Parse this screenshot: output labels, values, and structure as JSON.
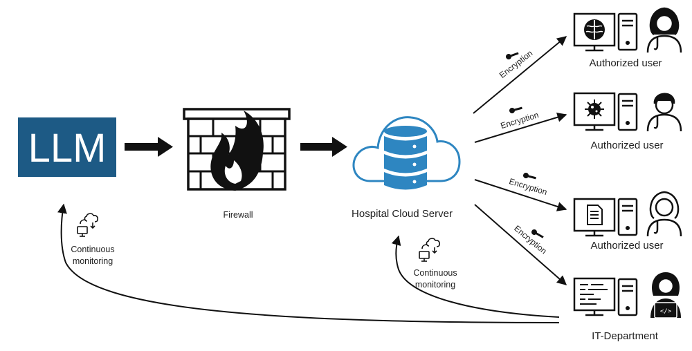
{
  "nodes": {
    "llm": "LLM",
    "firewall": "Firewall",
    "server": "Hospital Cloud Server"
  },
  "monitoring": {
    "left": [
      "Continuous",
      "monitoring"
    ],
    "right": [
      "Continuous",
      "monitoring"
    ]
  },
  "edges": {
    "encryption_label": "Encryption"
  },
  "endpoints": [
    {
      "label": "Authorized user",
      "screen_icon": "brain-scan-icon",
      "person_icon": "female-doctor-icon"
    },
    {
      "label": "Authorized user",
      "screen_icon": "virus-icon",
      "person_icon": "male-doctor-icon"
    },
    {
      "label": "Authorized user",
      "screen_icon": "document-icon",
      "person_icon": "female-doctor-icon"
    },
    {
      "label": "IT-Department",
      "screen_icon": "code-window-icon",
      "person_icon": "developer-icon"
    }
  ],
  "colors": {
    "llm_box": "#1d5a85",
    "cloud_outline": "#2e86c1",
    "database": "#2e86c1",
    "ink": "#111111"
  }
}
